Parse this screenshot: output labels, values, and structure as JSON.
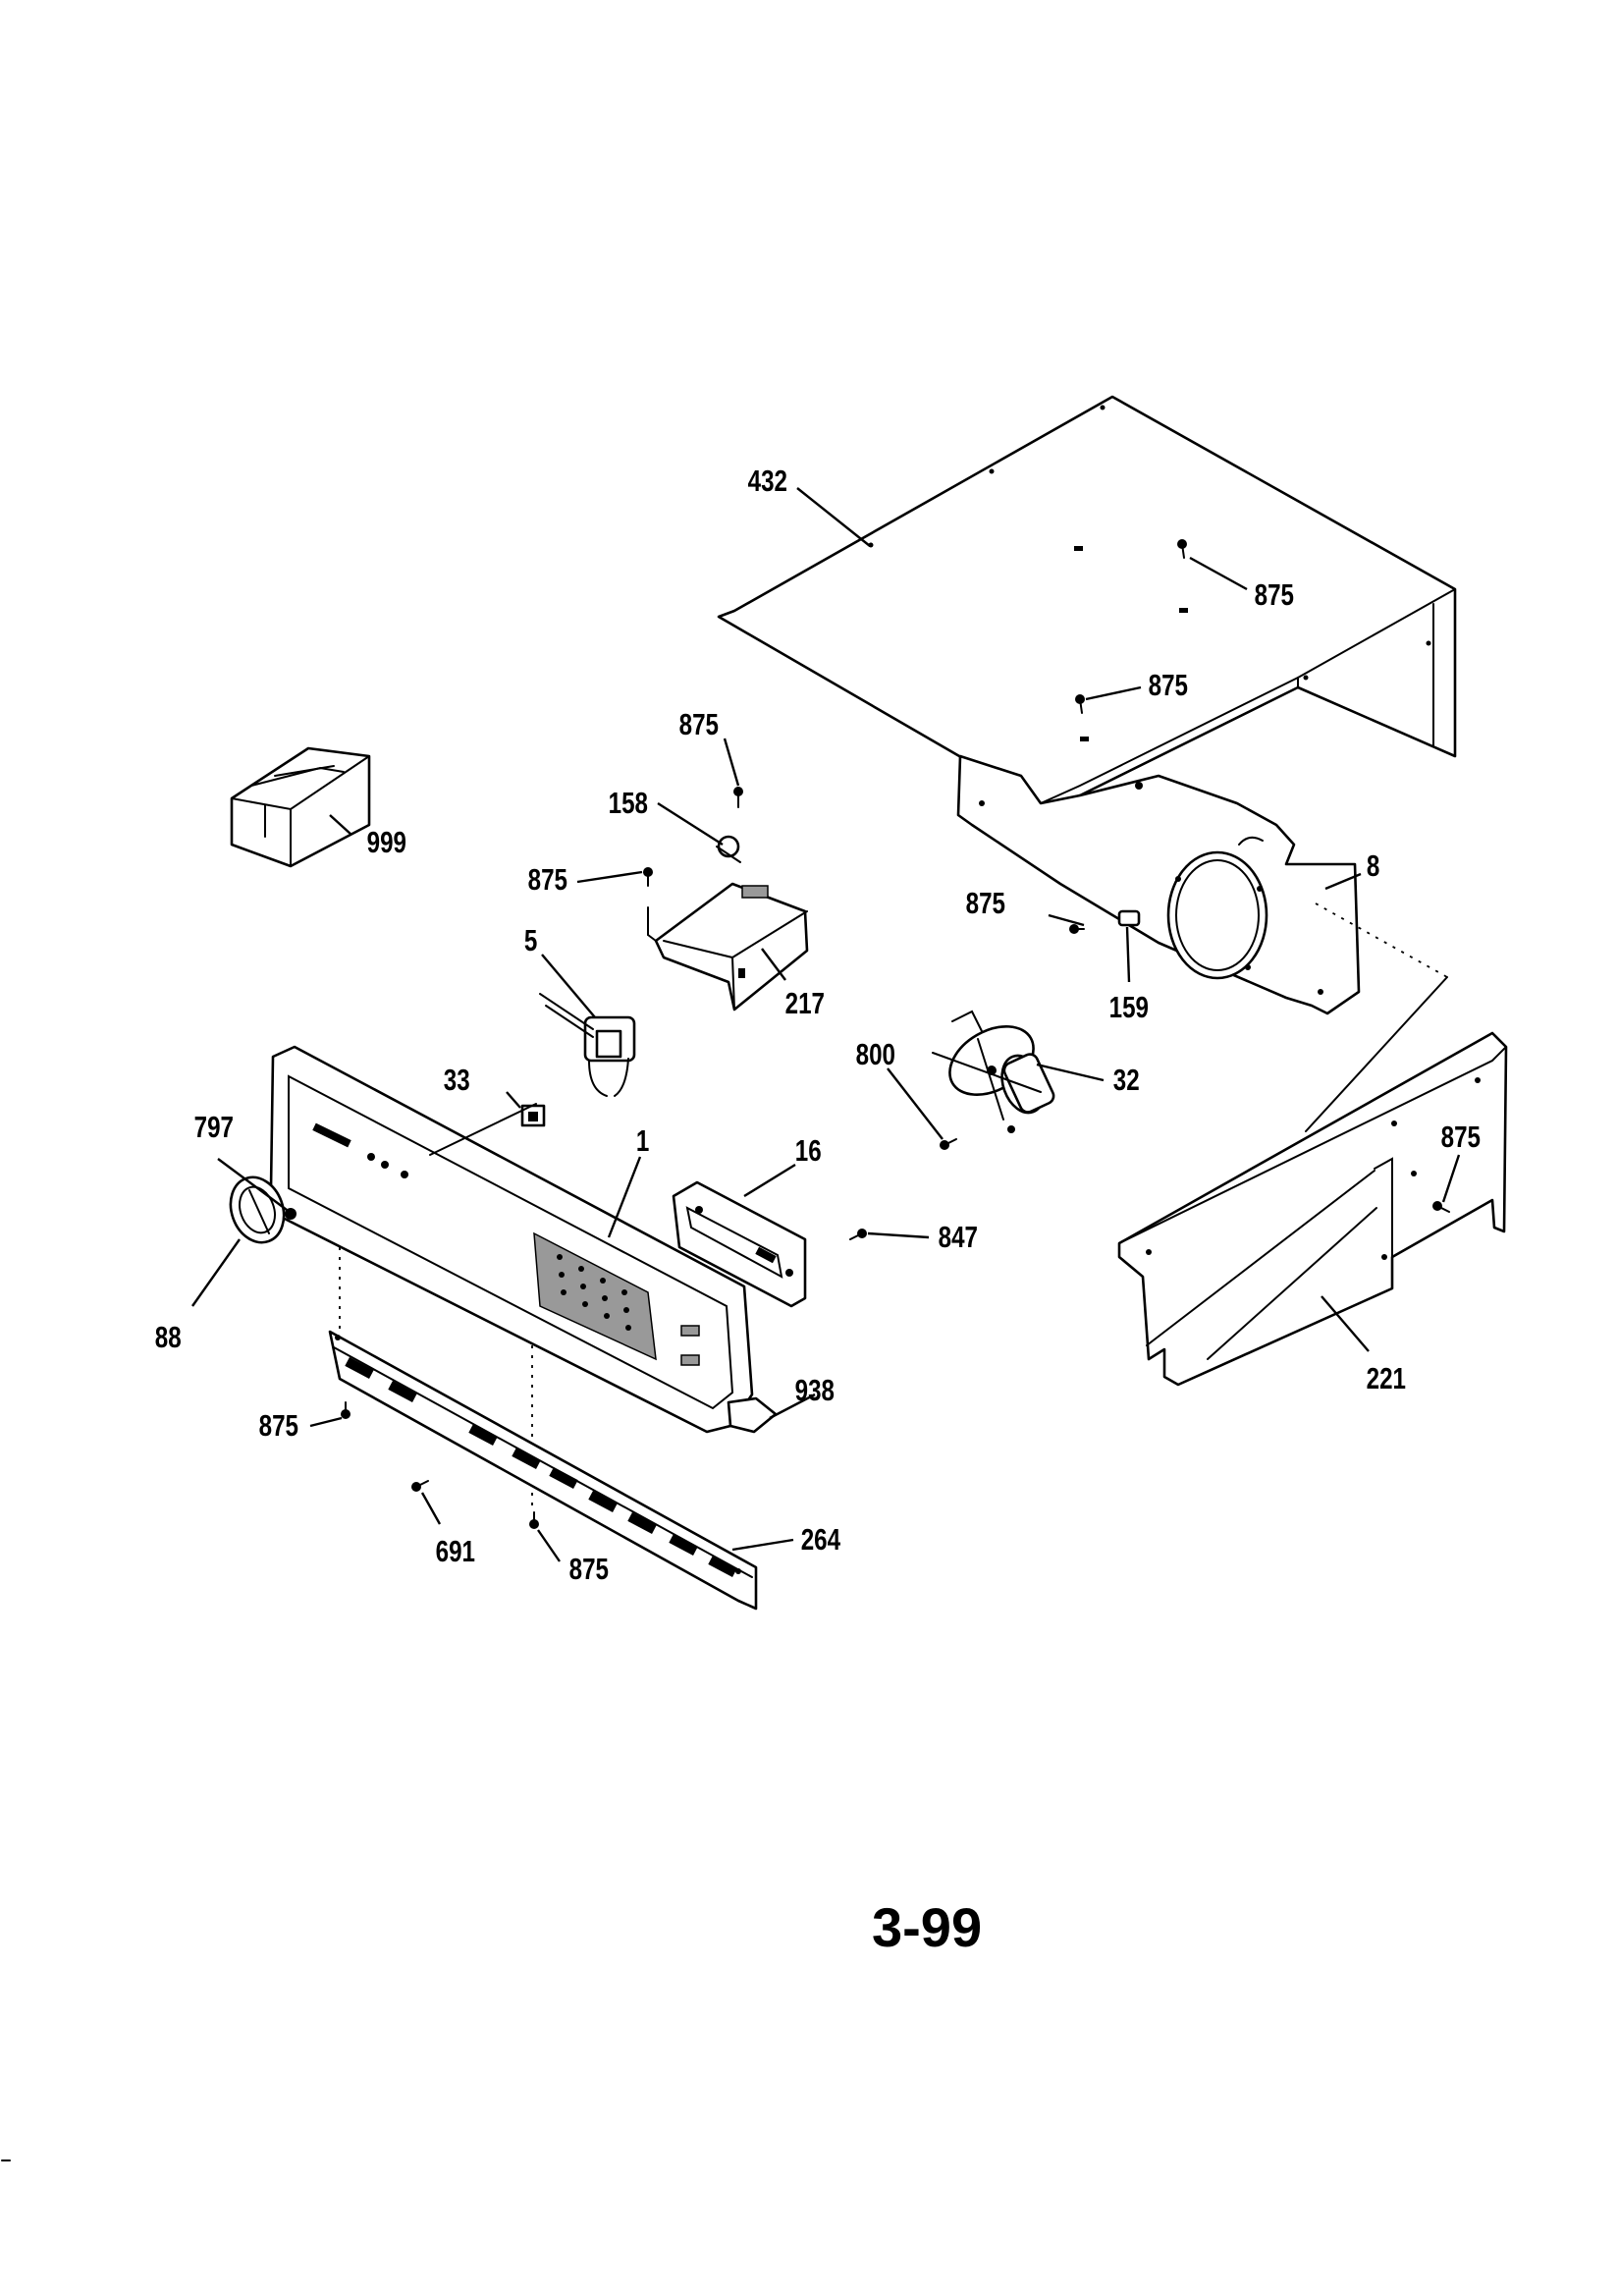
{
  "labels": {
    "top_cover": "432",
    "cover_screw_a": "875",
    "cover_screw_b": "875",
    "bracket_screw_top": "875",
    "sensor": "158",
    "bracket_screw_left": "875",
    "bracket": "217",
    "box": "999",
    "relay": "5",
    "switch": "33",
    "knob_stud": "797",
    "console": "1",
    "knob": "88",
    "control_board": "16",
    "board_screw": "847",
    "endcap": "938",
    "vent_screw_left": "875",
    "vent_grille": "264",
    "vent_screw_a": "691",
    "vent_screw_b": "875",
    "fan_shroud": "8",
    "shroud_screw": "875",
    "thermostat": "159",
    "motor_screw": "800",
    "fan_motor": "32",
    "rear_panel": "221",
    "rear_panel_screw": "875"
  },
  "page_number": "3-99"
}
